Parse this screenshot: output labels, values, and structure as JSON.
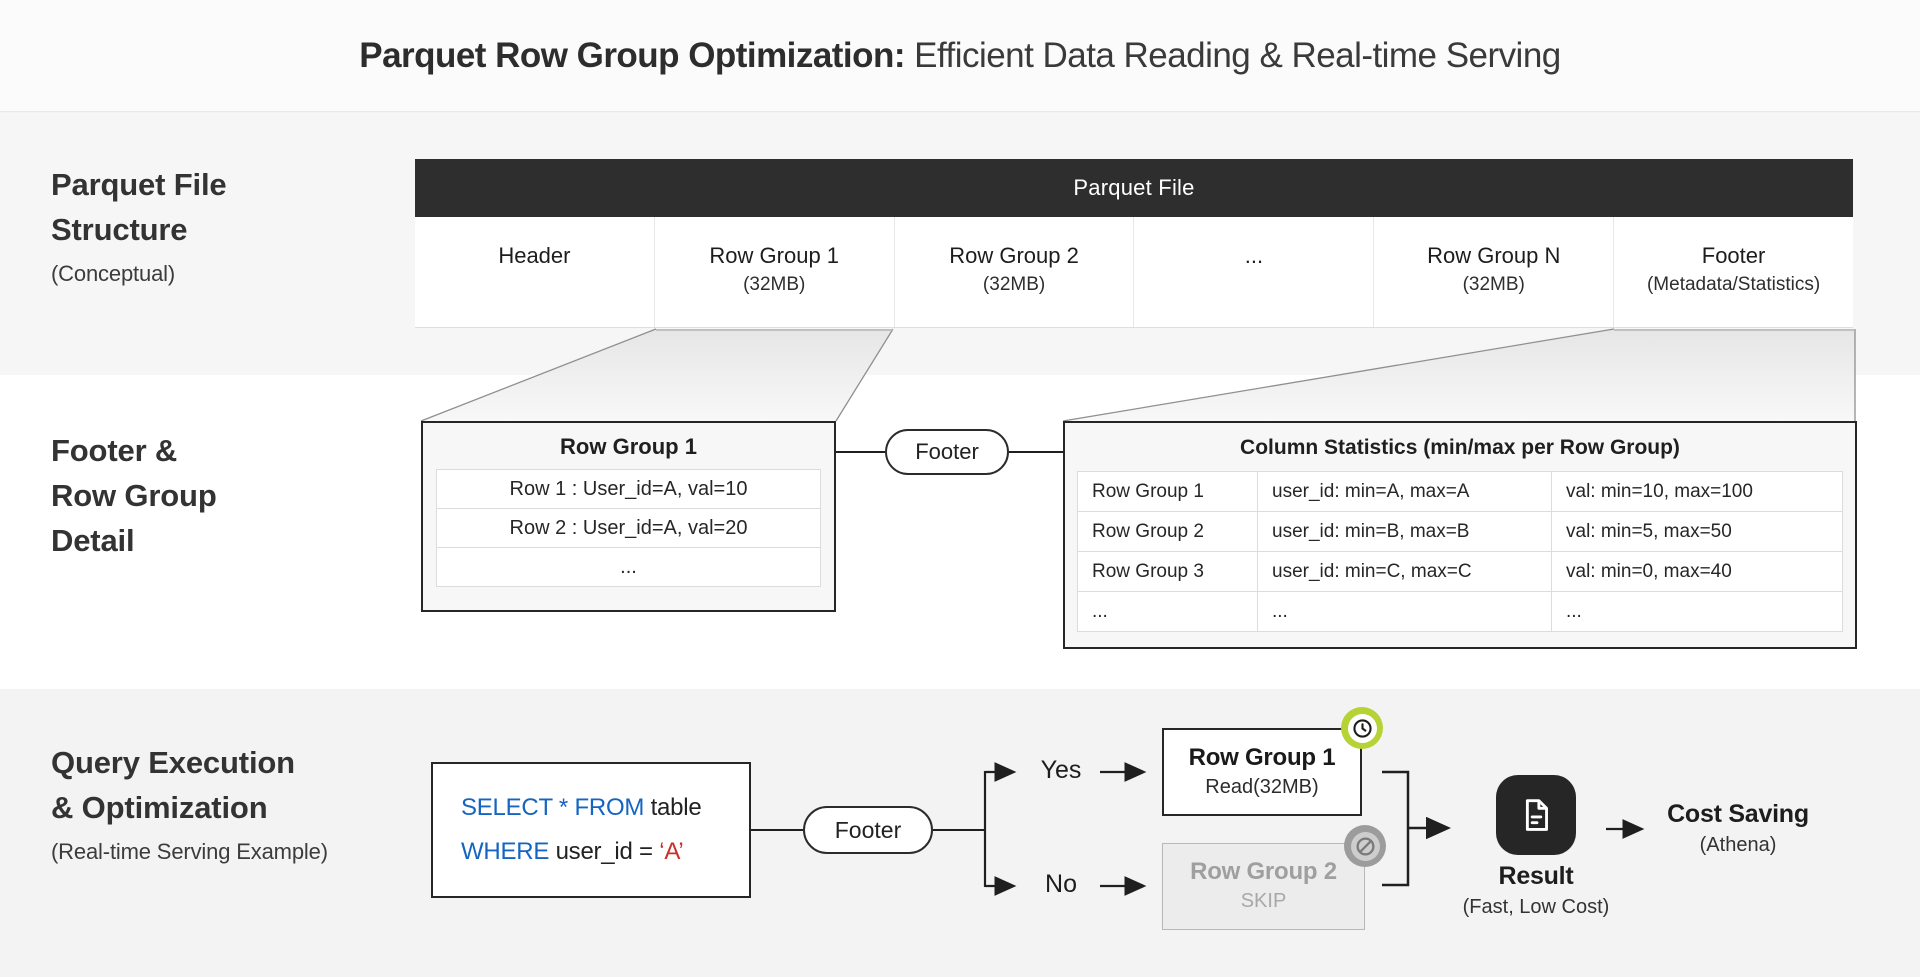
{
  "title": {
    "bold": "Parquet Row Group Optimization:",
    "regular": "Efficient Data Reading & Real-time Serving"
  },
  "structure_section": {
    "label1": "Parquet File",
    "label2": "Structure",
    "sublabel": "(Conceptual)",
    "file_table": {
      "header": "Parquet File",
      "cells": [
        {
          "name": "Header",
          "sub": ""
        },
        {
          "name": "Row Group 1",
          "sub": "(32MB)"
        },
        {
          "name": "Row Group 2",
          "sub": "(32MB)"
        },
        {
          "name": "...",
          "sub": ""
        },
        {
          "name": "Row Group N",
          "sub": "(32MB)"
        },
        {
          "name": "Footer",
          "sub": "(Metadata/Statistics)"
        }
      ]
    }
  },
  "detail_section": {
    "label1": "Footer &",
    "label2": "Row Group",
    "label3": "Detail",
    "row_group_box": {
      "title": "Row Group 1",
      "rows": [
        "Row 1 : User_id=A, val=10",
        "Row 2 : User_id=A, val=20",
        "..."
      ]
    },
    "footer_pill": "Footer",
    "stats_table": {
      "title": "Column Statistics (min/max per Row Group)",
      "rows": [
        [
          "Row Group 1",
          "user_id: min=A, max=A",
          "val: min=10, max=100"
        ],
        [
          "Row Group 2",
          "user_id: min=B, max=B",
          "val: min=5, max=50"
        ],
        [
          "Row Group 3",
          "user_id: min=C, max=C",
          "val: min=0, max=40"
        ],
        [
          "...",
          "...",
          "..."
        ]
      ]
    }
  },
  "query_section": {
    "label1": "Query Execution",
    "label2": "& Optimization",
    "sublabel": "(Real-time Serving Example)",
    "sql": {
      "kw1": "SELECT * FROM",
      "plain1": "table",
      "kw2": "WHERE",
      "plain2": "user_id =",
      "str": "‘A’"
    },
    "footer_pill": "Footer",
    "branch_yes": "Yes",
    "branch_no": "No",
    "read_box": {
      "title": "Row Group 1",
      "sub": "Read(32MB)"
    },
    "skip_box": {
      "title": "Row Group 2",
      "sub": "SKIP"
    },
    "result": {
      "label": "Result",
      "sub": "(Fast, Low Cost)"
    },
    "cost_saving": {
      "label": "Cost Saving",
      "sub": "(Athena)"
    }
  },
  "icons": {
    "read_badge": "clock-icon",
    "skip_badge": "no-entry-icon",
    "result": "document-icon"
  },
  "colors": {
    "table_header_bar": "#2e2e2e",
    "sql_keyword": "#1565c0",
    "sql_string": "#c9302c",
    "badge_lime": "#b5d334",
    "skip_gray": "#9c9c9c",
    "result_icon_bg": "#262626"
  }
}
